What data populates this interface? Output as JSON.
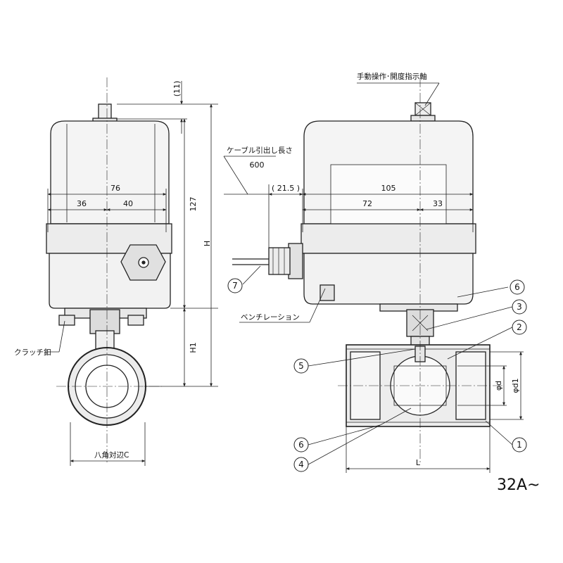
{
  "dimensions": {
    "top_offset": "(11)",
    "width_total": "76",
    "width_left": "36",
    "width_right": "40",
    "height_upper": "127",
    "height_total": "H",
    "height_lower": "H1",
    "cable_gap": "( 21.5 )",
    "width_right_view": "105",
    "width_right_left": "72",
    "width_right_right": "33",
    "length": "L",
    "bore": "φd",
    "port": "φd1"
  },
  "labels": {
    "manual_shaft": "手動操作･開度指示軸",
    "cable_label": "ケーブル引出し長さ",
    "cable_value": "600",
    "ventilation": "ベンチレーション",
    "clutch_pin": "クラッチ釦",
    "octagon": "八角対辺C",
    "size_range": "32A~"
  },
  "callouts": [
    "1",
    "2",
    "3",
    "4",
    "5",
    "6",
    "6",
    "7"
  ],
  "colors": {
    "line": "#222222",
    "fill": "#e9e9e9",
    "dark": "#333333"
  }
}
